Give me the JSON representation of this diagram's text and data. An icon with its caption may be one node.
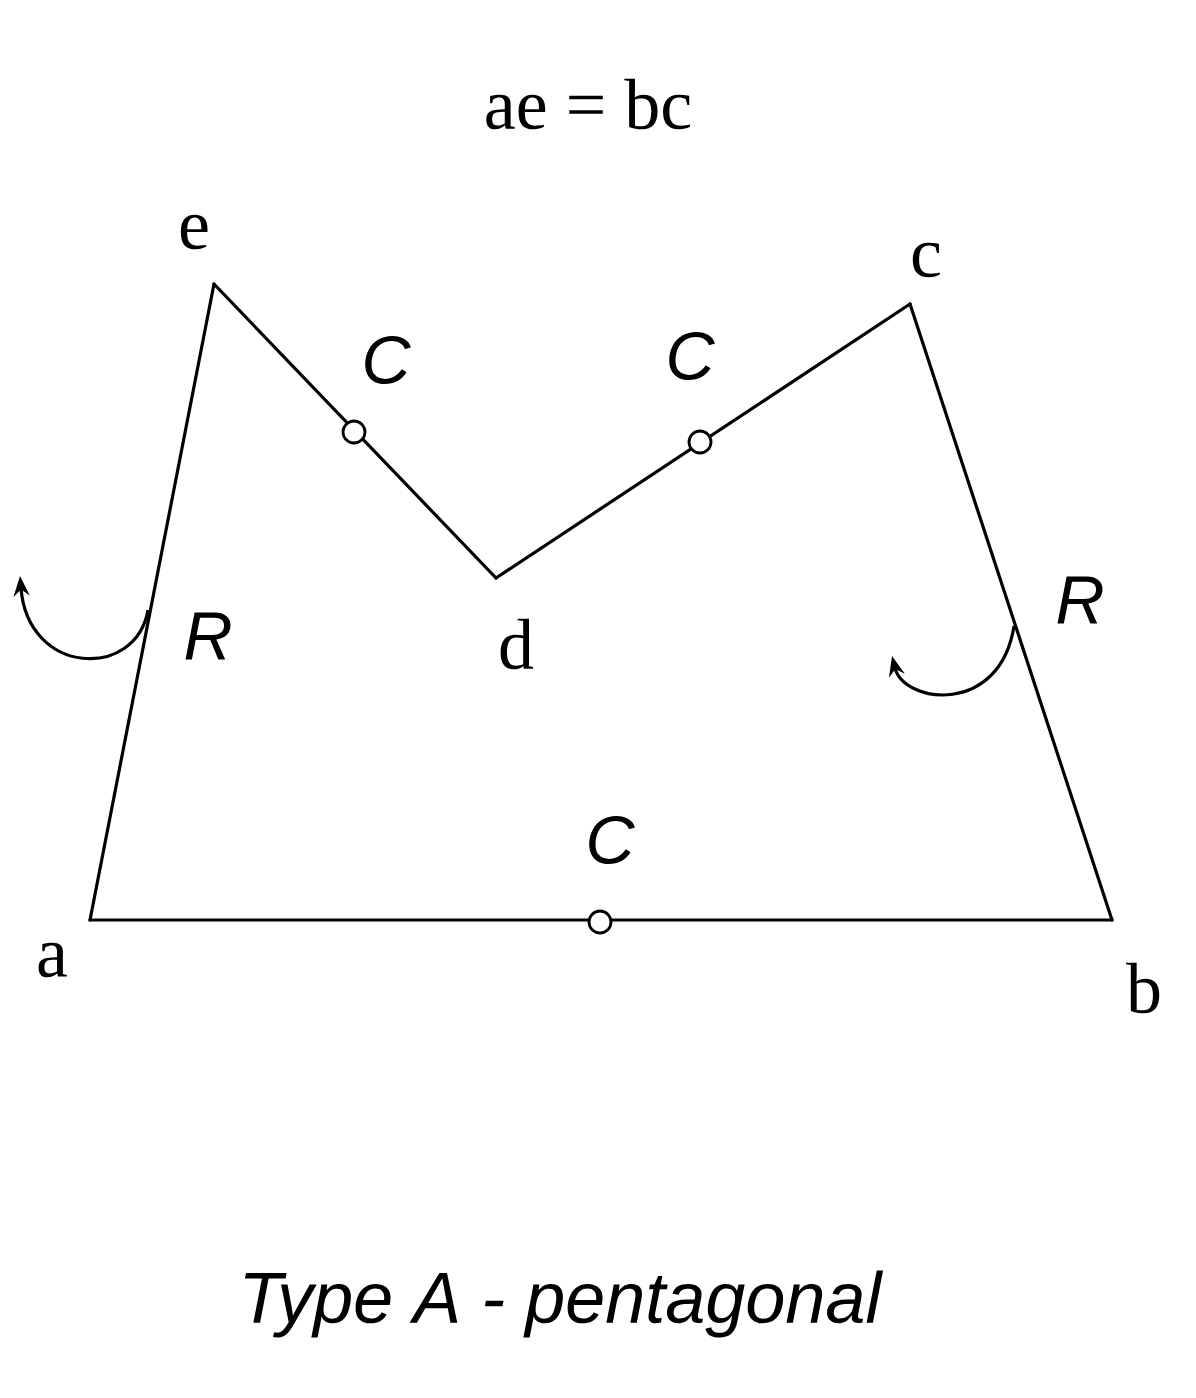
{
  "diagram": {
    "title": "ae = bc",
    "caption": "Type A - pentagonal",
    "nodes": [
      {
        "text": [
          "e"
        ]
      },
      {
        "text": [
          "c"
        ]
      },
      {
        "text": [
          "d"
        ]
      },
      {
        "text": [
          "a"
        ]
      },
      {
        "text": [
          "b"
        ]
      }
    ],
    "edges": [
      {
        "from": 0,
        "to": 2,
        "arrow": "none",
        "label": "C"
      },
      {
        "from": 2,
        "to": 1,
        "arrow": "none",
        "label": "C"
      },
      {
        "from": 0,
        "to": 3,
        "arrow": "none",
        "label": "R"
      },
      {
        "from": 1,
        "to": 4,
        "arrow": "none",
        "label": "R"
      },
      {
        "from": 3,
        "to": 4,
        "arrow": "none",
        "label": "C"
      }
    ]
  }
}
